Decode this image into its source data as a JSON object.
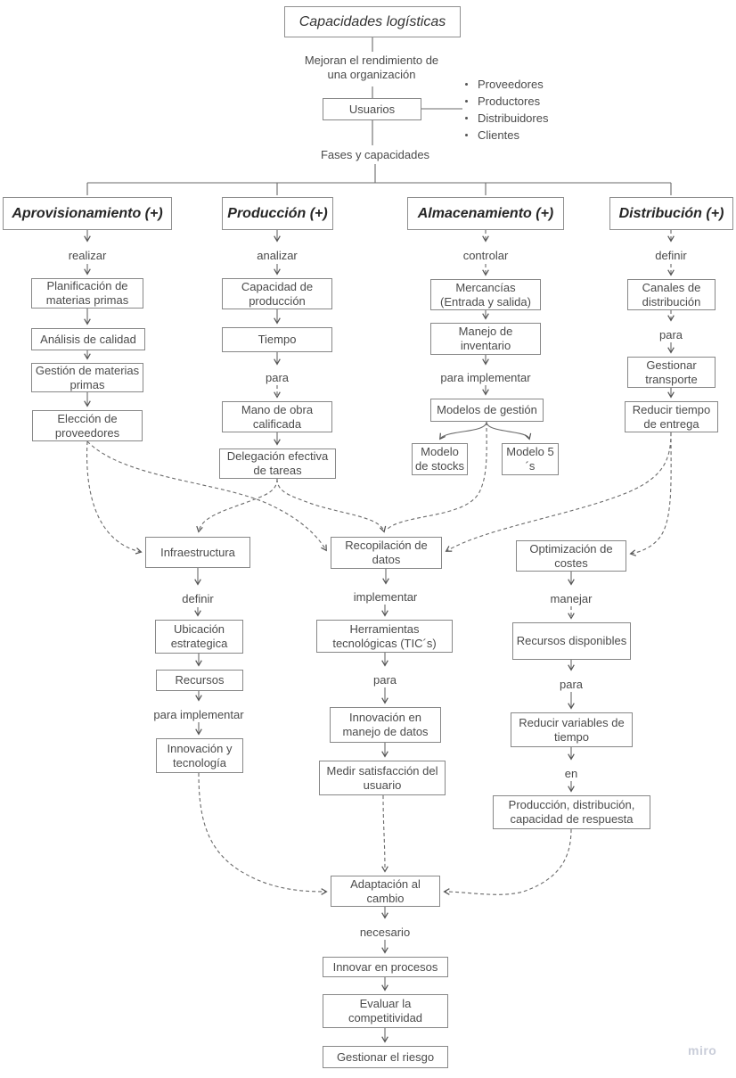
{
  "title": "Capacidades logísticas",
  "top": {
    "benefit": "Mejoran el rendimiento de una organización",
    "usuarios": "Usuarios",
    "bullets": [
      "Proveedores",
      "Productores",
      "Distribuidores",
      "Clientes"
    ],
    "fases": "Fases y capacidades"
  },
  "headers": {
    "aprovisionamiento": "Aprovisionamiento (+)",
    "produccion": "Producción (+)",
    "almacenamiento": "Almacenamiento (+)",
    "distribucion": "Distribución (+)"
  },
  "edge_labels": {
    "realizar": "realizar",
    "analizar": "analizar",
    "controlar": "controlar",
    "definir": "definir",
    "para": "para",
    "para_implementar": "para implementar",
    "implementar": "implementar",
    "manejar": "manejar",
    "en": "en",
    "necesario": "necesario"
  },
  "nodes": {
    "planificacion": "Planificación de materias primas",
    "analisis": "Análisis de calidad",
    "gestion_mp": "Gestión de materias primas",
    "eleccion": "Elección de proveedores",
    "capacidad": "Capacidad de producción",
    "tiempo": "Tiempo",
    "mano_obra": "Mano de obra calificada",
    "delegacion": "Delegación efectiva de tareas",
    "mercancias": "Mercancías (Entrada y salida)",
    "manejo_inventario": "Manejo de inventario",
    "modelos_gestion": "Modelos de gestión",
    "modelo_stocks": "Modelo de stocks",
    "modelo_5s": "Modelo 5´s",
    "canales": "Canales de distribución",
    "gestionar_transporte": "Gestionar transporte",
    "reducir_tiempo_entrega": "Reducir tiempo de entrega",
    "infraestructura": "Infraestructura",
    "recopilacion": "Recopilación de datos",
    "optimizacion": "Optimización de costes",
    "ubicacion": "Ubicación estrategica",
    "recursos": "Recursos",
    "innovacion_tecnologia": "Innovación y tecnología",
    "herramientas": "Herramientas tecnológicas (TIC´s)",
    "innovacion_datos": "Innovación en manejo de datos",
    "medir_satisfaccion": "Medir satisfacción del usuario",
    "recursos_disponibles": "Recursos disponibles",
    "reducir_variables": "Reducir variables de tiempo",
    "prod_distr_capacidad": "Producción, distribución, capacidad de respuesta",
    "adaptacion": "Adaptación al cambio",
    "innovar_procesos": "Innovar en procesos",
    "evaluar_competitividad": "Evaluar la competitividad",
    "gestionar_riesgo": "Gestionar el riesgo"
  },
  "dashed_links": [
    {
      "from": "Elección de proveedores",
      "to": "Infraestructura"
    },
    {
      "from": "Elección de proveedores",
      "to": "Recopilación de datos"
    },
    {
      "from": "Delegación efectiva de tareas",
      "to": "Infraestructura"
    },
    {
      "from": "Delegación efectiva de tareas",
      "to": "Recopilación de datos"
    },
    {
      "from": "Modelos de gestión",
      "to": "Recopilación de datos"
    },
    {
      "from": "Reducir tiempo de entrega",
      "to": "Recopilación de datos"
    },
    {
      "from": "Reducir tiempo de entrega",
      "to": "Optimización de costes"
    },
    {
      "from": "Innovación y tecnología",
      "to": "Adaptación al cambio"
    },
    {
      "from": "Medir satisfacción del usuario",
      "to": "Adaptación al cambio"
    },
    {
      "from": "Producción, distribución, capacidad de respuesta",
      "to": "Adaptación al cambio"
    }
  ],
  "watermark": "miro",
  "colors": {
    "box_border": "#878787",
    "box_text": "#4b4b4b",
    "header_text": "#262626",
    "line": "#6a6a6a",
    "watermark": "#c9cdd9",
    "background": "#ffffff"
  }
}
